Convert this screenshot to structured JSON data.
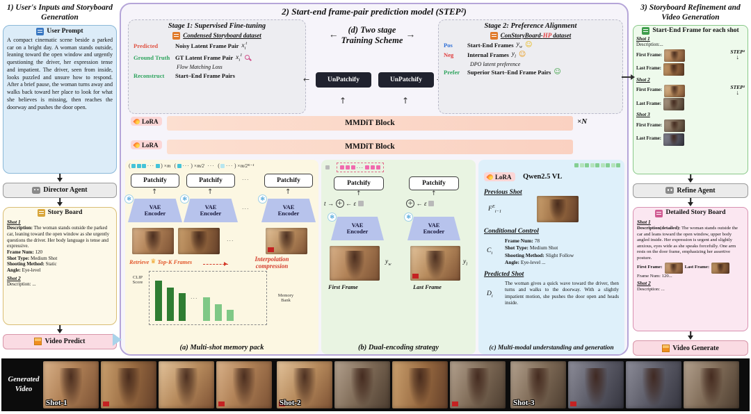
{
  "colors": {
    "panel2_border": "#b5a5d8",
    "mmdit_bar": "#fbd8c6",
    "lora_bg": "#fbd6d6",
    "section_a_bg": "#fcf7e2",
    "section_b_bg": "#e9f4e2",
    "section_c_bg": "#def0fa",
    "unpatchify_bg": "#20222e",
    "token_cyan": "#45c3d8",
    "token_pink": "#f16aae",
    "token_green": "#84cf92",
    "predicted_red": "#e05545",
    "truth_green": "#2fa45e",
    "pos_blue": "#2f6fd6",
    "neg_red": "#e03c3c",
    "retrieve_orange": "#e2572b"
  },
  "panel1": {
    "title": "1) User's Inputs and Storyboard Generation",
    "user_prompt": {
      "header": "User Prompt",
      "text": "A compact cinematic scene beside a parked car on a bright day. A woman stands outside, leaning toward the open window and urgently questioning the driver, her expression tense and impatient. The driver, seen from inside, looks puzzled and unsure how to respond. After a brief pause, the woman turns away and walks back toward her place to look for what she believes is missing, then reaches the doorway and pushes the door open."
    },
    "director_agent": "Director Agent",
    "storyboard": {
      "header": "Story Board",
      "shot1": "Shot 1",
      "description_label": "Description:",
      "description": "The woman stands outside the parked car, leaning toward the open window as she urgently questions the driver. Her body language is tense and expressive.",
      "fields": [
        {
          "label": "Frame Num:",
          "value": "120"
        },
        {
          "label": "Shot Type:",
          "value": "Medium Shot"
        },
        {
          "label": "Shooting Method:",
          "value": "Static"
        },
        {
          "label": "Angle:",
          "value": "Eye-level"
        }
      ],
      "shot2": "Shot 2",
      "shot2_description": "Description: ..."
    },
    "video_predict": "Video Predict"
  },
  "panel2": {
    "title": "2) Start-end frame-pair prediction model (STEP²)",
    "stage1": {
      "title": "Stage 1: Supervised Fine-tuning",
      "dataset": "Condensed Storyboard dataset",
      "rows": [
        {
          "tag": "Predicted",
          "text": "Noisy Latent Frame Pair"
        },
        {
          "tag": "Ground Truth",
          "text": "GT Latent Frame Pair"
        },
        {
          "tag": "Reconstruct",
          "text": "Start–End Frame Pairs"
        }
      ],
      "loss": "Flow Matching Loss",
      "math_pred": {
        "base": "x",
        "sub": "i",
        "sup": "t"
      },
      "math_gt": {
        "base": "x",
        "sub": "i",
        "sup": "1"
      }
    },
    "two_stage": {
      "line1": "(d) Two stage",
      "line2": "Training Scheme"
    },
    "unpatchify": "UnPatchify",
    "stage2": {
      "title": "Stage 2: Preference Alignment",
      "dataset_prefix": "ConStoryBoard-",
      "dataset_hp": "HP",
      "dataset_suffix": " dataset",
      "pos": "Pos",
      "pos_text": "Start-End Frames",
      "neg": "Neg",
      "neg_text": "Internal Frames",
      "prefer": "Prefer",
      "prefer_text": "Superior Start–End Frame Pairs",
      "dpo": "DPO latent preference",
      "math_pos": {
        "base": "y",
        "sub": "w"
      },
      "math_neg": {
        "base": "y",
        "sub": "l"
      }
    },
    "lora": "LoRA",
    "mmdit_block": "MMDiT Block",
    "times_n": "×N",
    "section_a": {
      "paren_l": "(",
      "paren_r": ")",
      "dots": "···",
      "mult1": "×m",
      "mult2": "×m/2",
      "mult3": "×m/2ᴷ⁻¹",
      "patchify": "Patchify",
      "vae_line1": "VAE",
      "vae_line2": "Encoder",
      "retrieve_prefix": "Retrieve",
      "retrieve_suffix": "Top-K Frames",
      "interpolation_line1": "Interpolation",
      "interpolation_line2": "compression",
      "clip_line1": "CLIP",
      "clip_line2": "Score",
      "memory_line1": "Memory",
      "memory_line2": "Bank",
      "caption": "(a) Multi-shot memory pack"
    },
    "section_b": {
      "patchify": "Patchify",
      "vae_line1": "VAE",
      "vae_line2": "Encoder",
      "t": "t",
      "epsilon": "ε",
      "first_frame": "First Frame",
      "last_frame": "Last Frame",
      "math_yw": {
        "base": "y",
        "sub": "w"
      },
      "math_yl": {
        "base": "y",
        "sub": "l"
      },
      "caption": "(b) Dual-encoding strategy"
    },
    "section_c": {
      "lora": "LoRA",
      "model": "Qwen2.5 VL",
      "previous_shot": "Previous Shot",
      "math_f": {
        "base": "F",
        "sup": "E",
        "sub": "i−1"
      },
      "conditional_control": "Conditional Control",
      "cc": [
        {
          "label": "Frame Num:",
          "value": "78"
        },
        {
          "label": "Shot Type:",
          "value": "Medium Shot"
        },
        {
          "label": "Shooting Method:",
          "value": "Slight Follow"
        },
        {
          "label": "Angle:",
          "value": "Eye-level ..."
        }
      ],
      "math_c": {
        "base": "C",
        "sub": "i"
      },
      "predicted_shot": "Predicted Shot",
      "math_d": {
        "base": "D",
        "sub": "i"
      },
      "predicted_text": "The woman gives a quick wave toward the driver, then turns and walks to the doorway. With a slightly impatient motion, she pushes the door open and heads inside.",
      "caption": "(c) Multi-modal understanding and generation"
    }
  },
  "panel3": {
    "title": "3) Storyboard Refinement and Video Generation",
    "startend": {
      "header": "Start-End Frame for each shot",
      "shot1": "Shot 1",
      "shot1_desc": "Description:...",
      "shot2": "Shot 2",
      "shot3": "Shot 3",
      "first_frame": "First Frame:",
      "last_frame": "Last Frame:",
      "step": "STEP²"
    },
    "refine_agent": "Refine Agent",
    "detailed": {
      "header": "Detailed Story Board",
      "shot1": "Shot 1",
      "desc_label": "Description(detailed):",
      "desc": "The woman stands outside the car and leans toward the open window, upper body angled inside. Her expression is urgent and slightly anxious, eyes wide as she speaks forcefully. One arm rests on the door frame, emphasizing her assertive posture.",
      "first_frame": "First Frame:",
      "last_frame": "Last Frame:",
      "frame_num": "Frame Num: 120...",
      "shot2": "Shot 2",
      "shot2_desc": "Description: ..."
    },
    "video_generate": "Video Generate"
  },
  "bottom": {
    "label_line1": "Generated",
    "label_line2": "Video",
    "shots": [
      "Shot-1",
      "Shot-2",
      "Shot-3"
    ]
  }
}
